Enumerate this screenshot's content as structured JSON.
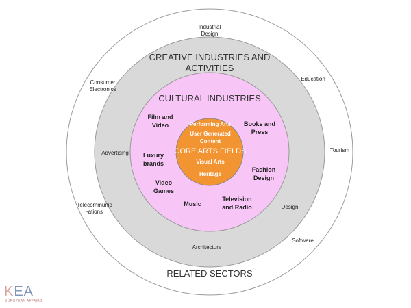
{
  "rings": {
    "outer": {
      "title": "RELATED SECTORS",
      "fill": "#ffffff",
      "stroke": "#999999"
    },
    "creative": {
      "title_line1": "CREATIVE INDUSTRIES AND",
      "title_line2": "ACTIVITIES",
      "fill": "#d9d9d9",
      "stroke": "#999999"
    },
    "cultural": {
      "title": "CULTURAL INDUSTRIES",
      "fill": "#f7c6f7",
      "stroke": "#999999"
    },
    "core": {
      "title": "CORE ARTS FIELDS",
      "fill": "#f39433",
      "stroke": "#888888"
    }
  },
  "related_sectors": {
    "industrial_design": [
      "Industrial",
      "Design"
    ],
    "education": "Education",
    "tourism": "Tourism",
    "software": "Software",
    "telecommunications": [
      "Telecommunic",
      "-ations"
    ],
    "consumer_electronics": [
      "Consumer",
      "Electronics"
    ]
  },
  "creative_industries": {
    "advertising": "Advertising",
    "design": "Design",
    "architecture": "Architecture"
  },
  "cultural_industries": {
    "film_video": [
      "Film and",
      "Video"
    ],
    "books_press": [
      "Books and",
      "Press"
    ],
    "luxury_brands": [
      "Luxury",
      "brands"
    ],
    "fashion_design": [
      "Fashion",
      "Design"
    ],
    "video_games": [
      "Video",
      "Games"
    ],
    "music": "Music",
    "television_radio": [
      "Television",
      "and Radio"
    ]
  },
  "core_arts": {
    "performing_arts": "Performing Arts",
    "user_generated": [
      "User Generated",
      "Content"
    ],
    "visual_arts": "Visual Arts",
    "heritage": "Heritage"
  },
  "logo": {
    "mark": "KEA",
    "subtitle": "EUROPEAN AFFAIRS",
    "colors": {
      "k": "#d9a0a0",
      "ea": "#7f94b8",
      "sub": "#c58b8b"
    }
  }
}
